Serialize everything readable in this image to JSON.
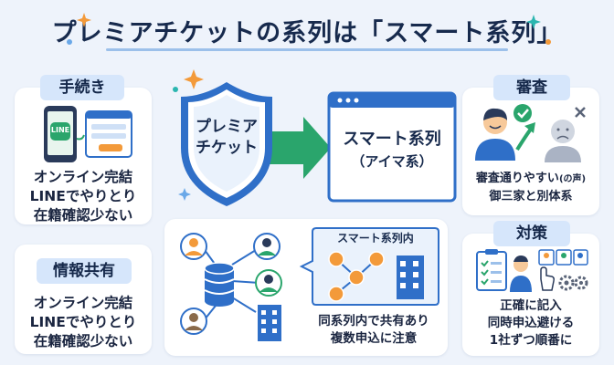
{
  "title": "プレミアチケットの系列は「スマート系列」",
  "center": {
    "shield_line1": "プレミア",
    "shield_line2": "チケット",
    "window_title": "スマート系列",
    "window_sub": "（アイマ系）"
  },
  "left_top": {
    "badge": "手続き",
    "app_label": "LINE",
    "lines": [
      "オンライン完結",
      "LINEでやりとり",
      "在籍確認少ない"
    ]
  },
  "left_bottom": {
    "badge": "情報共有",
    "lines": [
      "オンライン完結",
      "LINEでやりとり",
      "在籍確認少ない"
    ]
  },
  "right_top": {
    "badge": "審査",
    "line1_main": "審査通りやすい",
    "line1_note": "(の声)",
    "line2": "御三家と別体系"
  },
  "right_bottom": {
    "badge": "対策",
    "lines": [
      "正確に記入",
      "同時申込避ける",
      "1社ずつ順番に"
    ]
  },
  "network": {
    "bubble_title": "スマート系列内",
    "caption_lines": [
      "同系列内で共有あり",
      "複数申込に注意"
    ]
  },
  "colors": {
    "accent_blue": "#2f6fc8",
    "arrow_green": "#2aa56c",
    "badge_bg": "#d6e6fb",
    "orange": "#f39a3a",
    "teal": "#2bb6b0"
  }
}
